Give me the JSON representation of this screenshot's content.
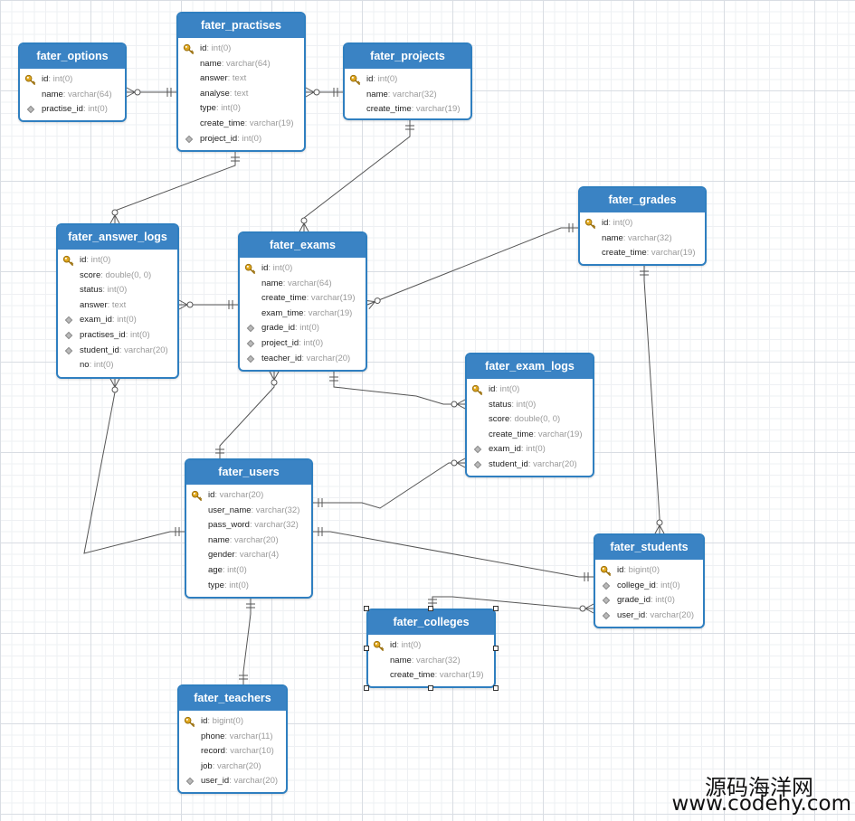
{
  "entities": [
    {
      "id": "options",
      "title": "fater_options",
      "fields": [
        {
          "name": "id",
          "type": ": int(0)",
          "pk": true
        },
        {
          "name": "name",
          "type": ": varchar(64)"
        },
        {
          "name": "practise_id",
          "type": ": int(0)",
          "fk": true
        }
      ]
    },
    {
      "id": "practises",
      "title": "fater_practises",
      "fields": [
        {
          "name": "id",
          "type": ": int(0)",
          "pk": true
        },
        {
          "name": "name",
          "type": ": varchar(64)"
        },
        {
          "name": "answer",
          "type": ": text"
        },
        {
          "name": "analyse",
          "type": ": text"
        },
        {
          "name": "type",
          "type": ": int(0)"
        },
        {
          "name": "create_time",
          "type": ": varchar(19)"
        },
        {
          "name": "project_id",
          "type": ": int(0)",
          "fk": true
        }
      ]
    },
    {
      "id": "projects",
      "title": "fater_projects",
      "fields": [
        {
          "name": "id",
          "type": ": int(0)",
          "pk": true
        },
        {
          "name": "name",
          "type": ": varchar(32)"
        },
        {
          "name": "create_time",
          "type": ": varchar(19)"
        }
      ]
    },
    {
      "id": "grades",
      "title": "fater_grades",
      "fields": [
        {
          "name": "id",
          "type": ": int(0)",
          "pk": true
        },
        {
          "name": "name",
          "type": ": varchar(32)"
        },
        {
          "name": "create_time",
          "type": ": varchar(19)"
        }
      ]
    },
    {
      "id": "answer_logs",
      "title": "fater_answer_logs",
      "fields": [
        {
          "name": "id",
          "type": ": int(0)",
          "pk": true
        },
        {
          "name": "score",
          "type": ": double(0, 0)"
        },
        {
          "name": "status",
          "type": ": int(0)"
        },
        {
          "name": "answer",
          "type": ": text"
        },
        {
          "name": "exam_id",
          "type": ": int(0)",
          "fk": true
        },
        {
          "name": "practises_id",
          "type": ": int(0)",
          "fk": true
        },
        {
          "name": "student_id",
          "type": ": varchar(20)",
          "fk": true
        },
        {
          "name": "no",
          "type": ": int(0)"
        }
      ]
    },
    {
      "id": "exams",
      "title": "fater_exams",
      "fields": [
        {
          "name": "id",
          "type": ": int(0)",
          "pk": true
        },
        {
          "name": "name",
          "type": ": varchar(64)"
        },
        {
          "name": "create_time",
          "type": ": varchar(19)"
        },
        {
          "name": "exam_time",
          "type": ": varchar(19)"
        },
        {
          "name": "grade_id",
          "type": ": int(0)",
          "fk": true
        },
        {
          "name": "project_id",
          "type": ": int(0)",
          "fk": true
        },
        {
          "name": "teacher_id",
          "type": ": varchar(20)",
          "fk": true
        }
      ]
    },
    {
      "id": "exam_logs",
      "title": "fater_exam_logs",
      "fields": [
        {
          "name": "id",
          "type": ": int(0)",
          "pk": true
        },
        {
          "name": "status",
          "type": ": int(0)"
        },
        {
          "name": "score",
          "type": ": double(0, 0)"
        },
        {
          "name": "create_time",
          "type": ": varchar(19)"
        },
        {
          "name": "exam_id",
          "type": ": int(0)",
          "fk": true
        },
        {
          "name": "student_id",
          "type": ": varchar(20)",
          "fk": true
        }
      ]
    },
    {
      "id": "users",
      "title": "fater_users",
      "fields": [
        {
          "name": "id",
          "type": ": varchar(20)",
          "pk": true
        },
        {
          "name": "user_name",
          "type": ": varchar(32)"
        },
        {
          "name": "pass_word",
          "type": ": varchar(32)"
        },
        {
          "name": "name",
          "type": ": varchar(20)"
        },
        {
          "name": "gender",
          "type": ": varchar(4)"
        },
        {
          "name": "age",
          "type": ": int(0)"
        },
        {
          "name": "type",
          "type": ": int(0)"
        }
      ]
    },
    {
      "id": "students",
      "title": "fater_students",
      "fields": [
        {
          "name": "id",
          "type": ": bigint(0)",
          "pk": true
        },
        {
          "name": "college_id",
          "type": ": int(0)",
          "fk": true
        },
        {
          "name": "grade_id",
          "type": ": int(0)",
          "fk": true
        },
        {
          "name": "user_id",
          "type": ": varchar(20)",
          "fk": true
        }
      ]
    },
    {
      "id": "colleges",
      "title": "fater_colleges",
      "fields": [
        {
          "name": "id",
          "type": ": int(0)",
          "pk": true
        },
        {
          "name": "name",
          "type": ": varchar(32)"
        },
        {
          "name": "create_time",
          "type": ": varchar(19)"
        }
      ]
    },
    {
      "id": "teachers",
      "title": "fater_teachers",
      "fields": [
        {
          "name": "id",
          "type": ": bigint(0)",
          "pk": true
        },
        {
          "name": "phone",
          "type": ": varchar(11)"
        },
        {
          "name": "record",
          "type": ": varchar(10)"
        },
        {
          "name": "job",
          "type": ": varchar(20)"
        },
        {
          "name": "user_id",
          "type": ": varchar(20)",
          "fk": true
        }
      ]
    }
  ],
  "relationships": [
    {
      "from": "options",
      "to": "practises",
      "from_end": "many",
      "to_end": "one"
    },
    {
      "from": "practises",
      "to": "projects",
      "from_end": "many",
      "to_end": "one"
    },
    {
      "from": "answer_logs",
      "to": "practises",
      "from_end": "many",
      "to_end": "one"
    },
    {
      "from": "exams",
      "to": "projects",
      "from_end": "many",
      "to_end": "one"
    },
    {
      "from": "answer_logs",
      "to": "exams",
      "from_end": "many",
      "to_end": "one"
    },
    {
      "from": "exams",
      "to": "grades",
      "from_end": "many",
      "to_end": "one"
    },
    {
      "from": "exam_logs",
      "to": "exams",
      "from_end": "many",
      "to_end": "one"
    },
    {
      "from": "exams",
      "to": "users",
      "from_end": "many",
      "to_end": "one"
    },
    {
      "from": "answer_logs",
      "to": "users",
      "from_end": "many",
      "to_end": "one"
    },
    {
      "from": "exam_logs",
      "to": "users",
      "from_end": "many",
      "to_end": "one"
    },
    {
      "from": "students",
      "to": "grades",
      "from_end": "many",
      "to_end": "one"
    },
    {
      "from": "students",
      "to": "users",
      "from_end": "one",
      "to_end": "one"
    },
    {
      "from": "students",
      "to": "colleges",
      "from_end": "many",
      "to_end": "one"
    },
    {
      "from": "teachers",
      "to": "users",
      "from_end": "one",
      "to_end": "one"
    }
  ],
  "watermark": {
    "line1": "源码海洋网",
    "line2": "www.codehy.com"
  }
}
